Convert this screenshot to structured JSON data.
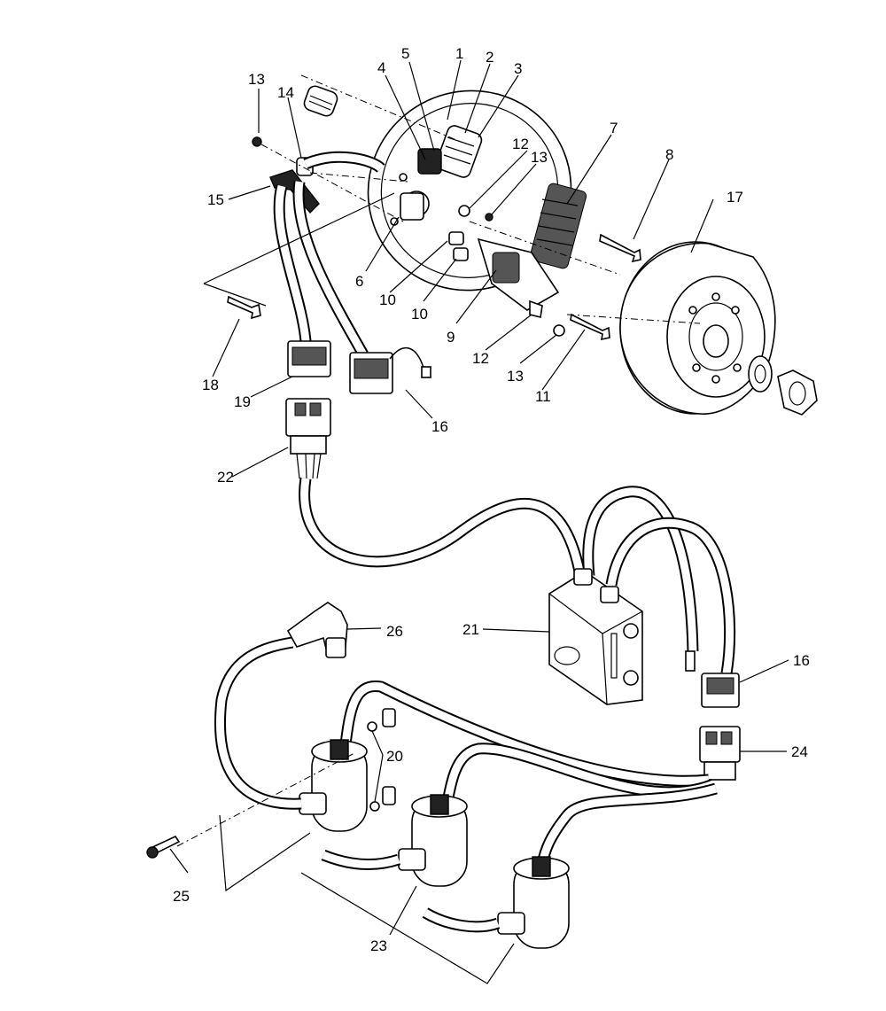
{
  "callouts": [
    {
      "id": "1",
      "text": "1"
    },
    {
      "id": "2",
      "text": "2"
    },
    {
      "id": "3",
      "text": "3"
    },
    {
      "id": "4",
      "text": "4"
    },
    {
      "id": "5",
      "text": "5"
    },
    {
      "id": "6",
      "text": "6"
    },
    {
      "id": "7",
      "text": "7"
    },
    {
      "id": "8",
      "text": "8"
    },
    {
      "id": "9",
      "text": "9"
    },
    {
      "id": "10a",
      "text": "10"
    },
    {
      "id": "10b",
      "text": "10"
    },
    {
      "id": "11",
      "text": "11"
    },
    {
      "id": "12a",
      "text": "12"
    },
    {
      "id": "12b",
      "text": "12"
    },
    {
      "id": "13a",
      "text": "13"
    },
    {
      "id": "13b",
      "text": "13"
    },
    {
      "id": "13c",
      "text": "13"
    },
    {
      "id": "14",
      "text": "14"
    },
    {
      "id": "15",
      "text": "15"
    },
    {
      "id": "16a",
      "text": "16"
    },
    {
      "id": "16b",
      "text": "16"
    },
    {
      "id": "17",
      "text": "17"
    },
    {
      "id": "18",
      "text": "18"
    },
    {
      "id": "19",
      "text": "19"
    },
    {
      "id": "20",
      "text": "20"
    },
    {
      "id": "21",
      "text": "21"
    },
    {
      "id": "22",
      "text": "22"
    },
    {
      "id": "23",
      "text": "23"
    },
    {
      "id": "24",
      "text": "24"
    },
    {
      "id": "25",
      "text": "25"
    },
    {
      "id": "26",
      "text": "26"
    }
  ]
}
